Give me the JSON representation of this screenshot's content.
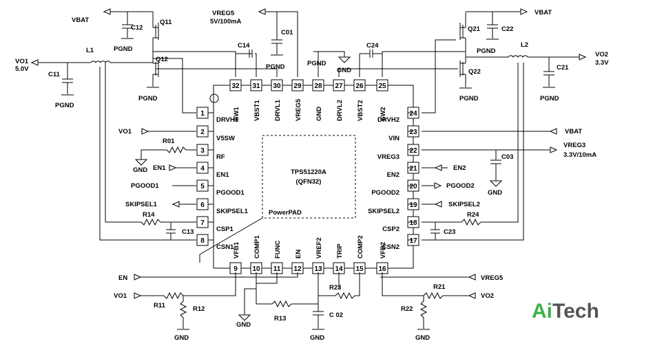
{
  "chip": {
    "name": "TPS51220A",
    "package": "(QFN32)",
    "pad": "PowerPAD"
  },
  "pins_left": [
    {
      "num": "1",
      "name": "DRVH1",
      "net": ""
    },
    {
      "num": "2",
      "name": "V5SW",
      "net": "VO1"
    },
    {
      "num": "3",
      "name": "RF",
      "net": ""
    },
    {
      "num": "4",
      "name": "EN1",
      "net": "EN1"
    },
    {
      "num": "5",
      "name": "PGOOD1",
      "net": "PGOOD1"
    },
    {
      "num": "6",
      "name": "SKIPSEL1",
      "net": "SKIPSEL1"
    },
    {
      "num": "7",
      "name": "CSP1",
      "net": ""
    },
    {
      "num": "8",
      "name": "CSN1",
      "net": ""
    }
  ],
  "pins_right": [
    {
      "num": "24",
      "name": "DRVH2",
      "net": ""
    },
    {
      "num": "23",
      "name": "VIN",
      "net": "VBAT"
    },
    {
      "num": "22",
      "name": "VREG3",
      "net": ""
    },
    {
      "num": "21",
      "name": "EN2",
      "net": "EN2"
    },
    {
      "num": "20",
      "name": "PGOOD2",
      "net": "PGOOD2"
    },
    {
      "num": "19",
      "name": "SKIPSEL2",
      "net": "SKIPSEL2"
    },
    {
      "num": "18",
      "name": "CSP2",
      "net": ""
    },
    {
      "num": "17",
      "name": "CSN2",
      "net": ""
    }
  ],
  "pins_top": [
    {
      "num": "32",
      "name": "SW1"
    },
    {
      "num": "31",
      "name": "VBST1"
    },
    {
      "num": "30",
      "name": "DRVL1"
    },
    {
      "num": "29",
      "name": "VREG5"
    },
    {
      "num": "28",
      "name": "GND"
    },
    {
      "num": "27",
      "name": "DRVL2"
    },
    {
      "num": "26",
      "name": "VBST2"
    },
    {
      "num": "25",
      "name": "SW2"
    }
  ],
  "pins_bottom": [
    {
      "num": "9",
      "name": "VFB1"
    },
    {
      "num": "10",
      "name": "COMP1"
    },
    {
      "num": "11",
      "name": "FUNC"
    },
    {
      "num": "12",
      "name": "EN"
    },
    {
      "num": "13",
      "name": "VREF2"
    },
    {
      "num": "14",
      "name": "TRIP"
    },
    {
      "num": "15",
      "name": "COMP2"
    },
    {
      "num": "16",
      "name": "VFB2"
    }
  ],
  "labels": {
    "vbat": "VBAT",
    "vreg5": "VREG5",
    "vreg5_spec": "5V/100mA",
    "vo1": "VO1",
    "vo1_v": "5.0V",
    "vo2": "VO2",
    "vo2_v": "3.3V",
    "vreg3": "VREG3",
    "vreg3_spec": "3.3V/10mA",
    "pgnd": "PGND",
    "gnd": "GND",
    "en": "EN",
    "vo1_net": "VO1",
    "vo2_net": "VO2",
    "vreg5_net": "VREG5",
    "q11": "Q11",
    "q12": "Q12",
    "q21": "Q21",
    "q22": "Q22",
    "l1": "L1",
    "l2": "L2",
    "c12": "C12",
    "c11": "C11",
    "c14": "C14",
    "c01": "C01",
    "c24": "C24",
    "c22": "C22",
    "c21": "C21",
    "c03": "C03",
    "c13": "C13",
    "c23": "C23",
    "c02": "C 02",
    "r01": "R01",
    "r14": "R14",
    "r24": "R24",
    "r11": "R11",
    "r12": "R12",
    "r13": "R13",
    "r21": "R21",
    "r22": "R22",
    "r23": "R23"
  },
  "logo": {
    "text": "AiTech",
    "ai": "Ai",
    "tech": "Tech",
    "ai_color": "#3db14a",
    "tech_color": "#555555"
  }
}
